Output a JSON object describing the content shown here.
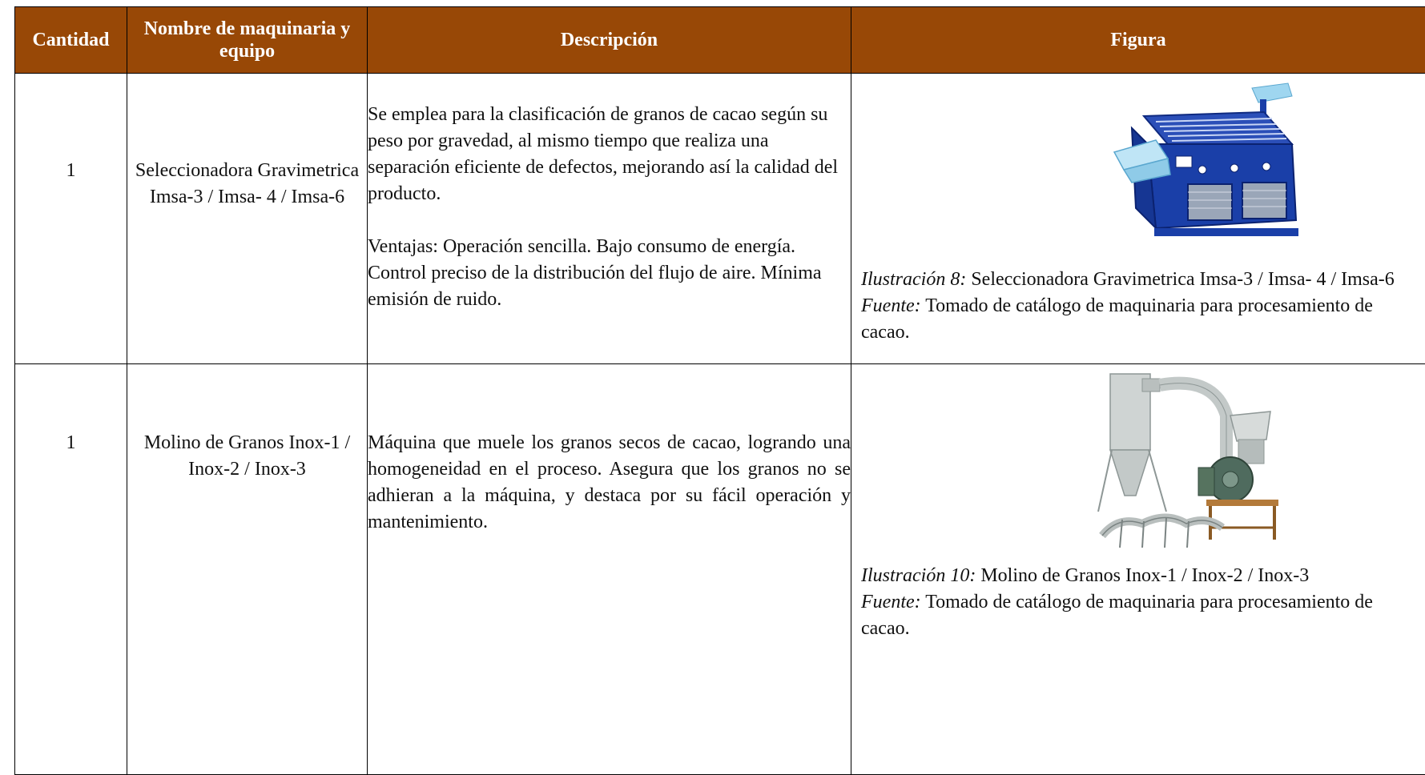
{
  "headers": {
    "quantity": "Cantidad",
    "name": "Nombre de maquinaria y equipo",
    "description": "Descripción",
    "figure": "Figura"
  },
  "rows": [
    {
      "quantity": "1",
      "name": "Seleccionadora Gravimetrica Imsa-3 / Imsa- 4 / Imsa-6",
      "description": "Se emplea para la clasificación de granos de cacao según su peso por gravedad, al mismo tiempo que realiza una separación eficiente de defectos, mejorando así la calidad del producto.",
      "advantages": "Ventajas: Operación sencilla. Bajo consumo de energía. Control preciso de la distribución del flujo de aire. Mínima emisión de ruido.",
      "figure_image": "gravity-separator-machine-photo",
      "caption_label": "Ilustración 8:",
      "caption_text": " Seleccionadora Gravimetrica Imsa-3 / Imsa- 4 / Imsa-6",
      "source_label": "Fuente:",
      "source_text": " Tomado de catálogo de maquinaria para procesamiento de cacao."
    },
    {
      "quantity": "1",
      "name": "Molino de Granos Inox-1 / Inox-2 / Inox-3",
      "description": "Máquina que muele los granos secos de cacao, logrando una homogeneidad en el proceso. Asegura que los granos no se adhieran a la máquina, y destaca por su fácil operación y mantenimiento.",
      "figure_image": "grain-mill-machine-photo",
      "caption_label": "Ilustración 10:",
      "caption_text": " Molino de Granos Inox-1 / Inox-2 / Inox-3",
      "source_label": "Fuente:",
      "source_text": " Tomado de catálogo de maquinaria para procesamiento de cacao."
    }
  ],
  "colors": {
    "header_bg": "#984806",
    "header_text": "#ffffff",
    "machine_blue": "#1a3fa8"
  }
}
